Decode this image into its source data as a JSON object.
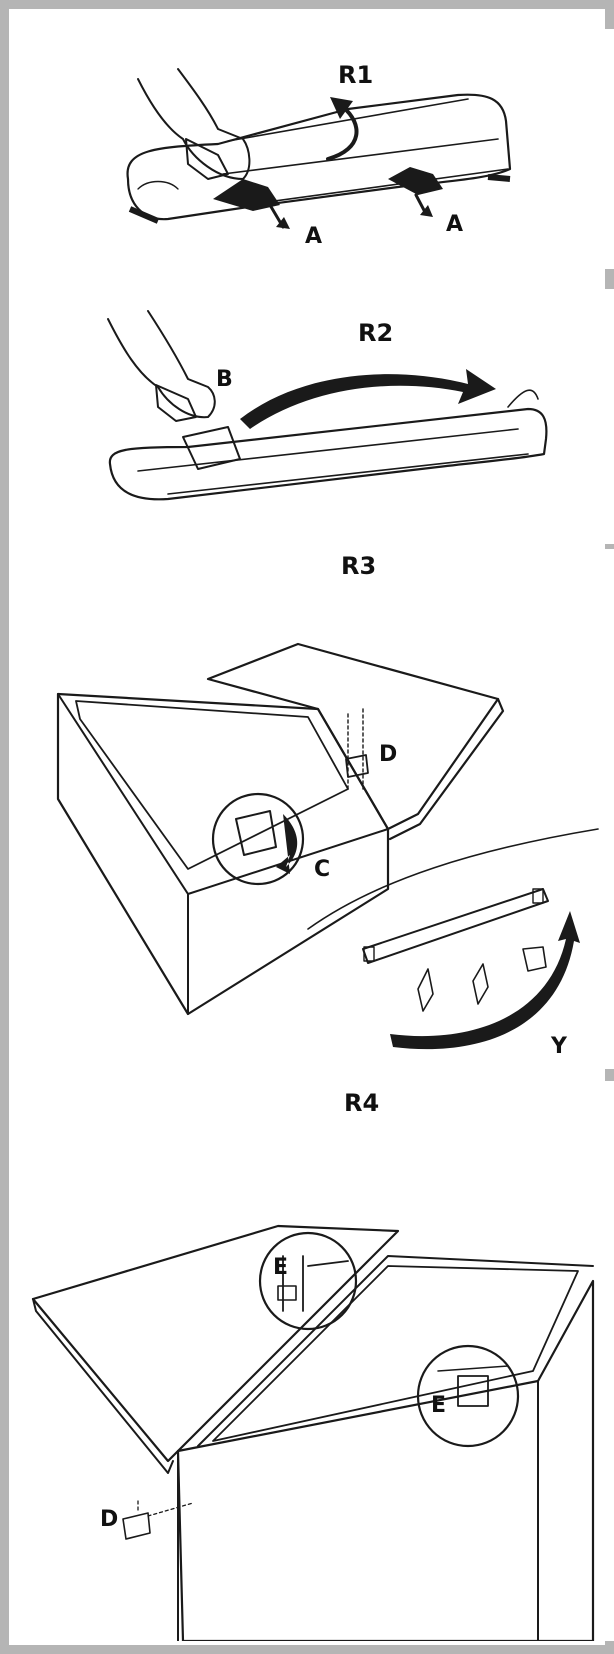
{
  "steps": [
    {
      "id": "R1",
      "label": "R1",
      "parts": [
        "A",
        "A"
      ]
    },
    {
      "id": "R2",
      "label": "R2",
      "parts": [
        "B"
      ]
    },
    {
      "id": "R3",
      "label": "R3",
      "parts": [
        "D",
        "C",
        "Y"
      ]
    },
    {
      "id": "R4",
      "label": "R4",
      "parts": [
        "E",
        "E",
        "D"
      ]
    }
  ],
  "colors": {
    "border": "#b5b5b5",
    "ink": "#1a1a1a",
    "shade": "#cfcfcf"
  }
}
